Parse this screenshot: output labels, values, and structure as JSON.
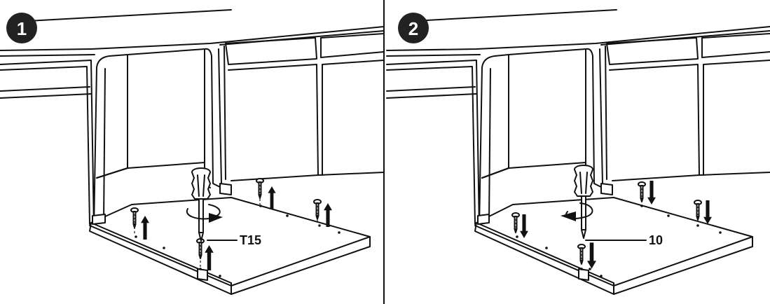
{
  "steps": [
    {
      "number": "1",
      "tool_label": "T15",
      "screw_action": "remove",
      "rotation": "counter-clockwise",
      "screw_count": 4
    },
    {
      "number": "2",
      "tool_label": "10",
      "screw_action": "insert",
      "rotation": "clockwise",
      "screw_count": 4
    }
  ],
  "icons": {
    "tool": "screwdriver-icon",
    "screw": "screw-icon",
    "direction": "arrow-icon",
    "rotation": "rotation-arrow-icon"
  },
  "colors": {
    "line": "#111111",
    "background": "#ffffff",
    "badge": "#222222"
  }
}
